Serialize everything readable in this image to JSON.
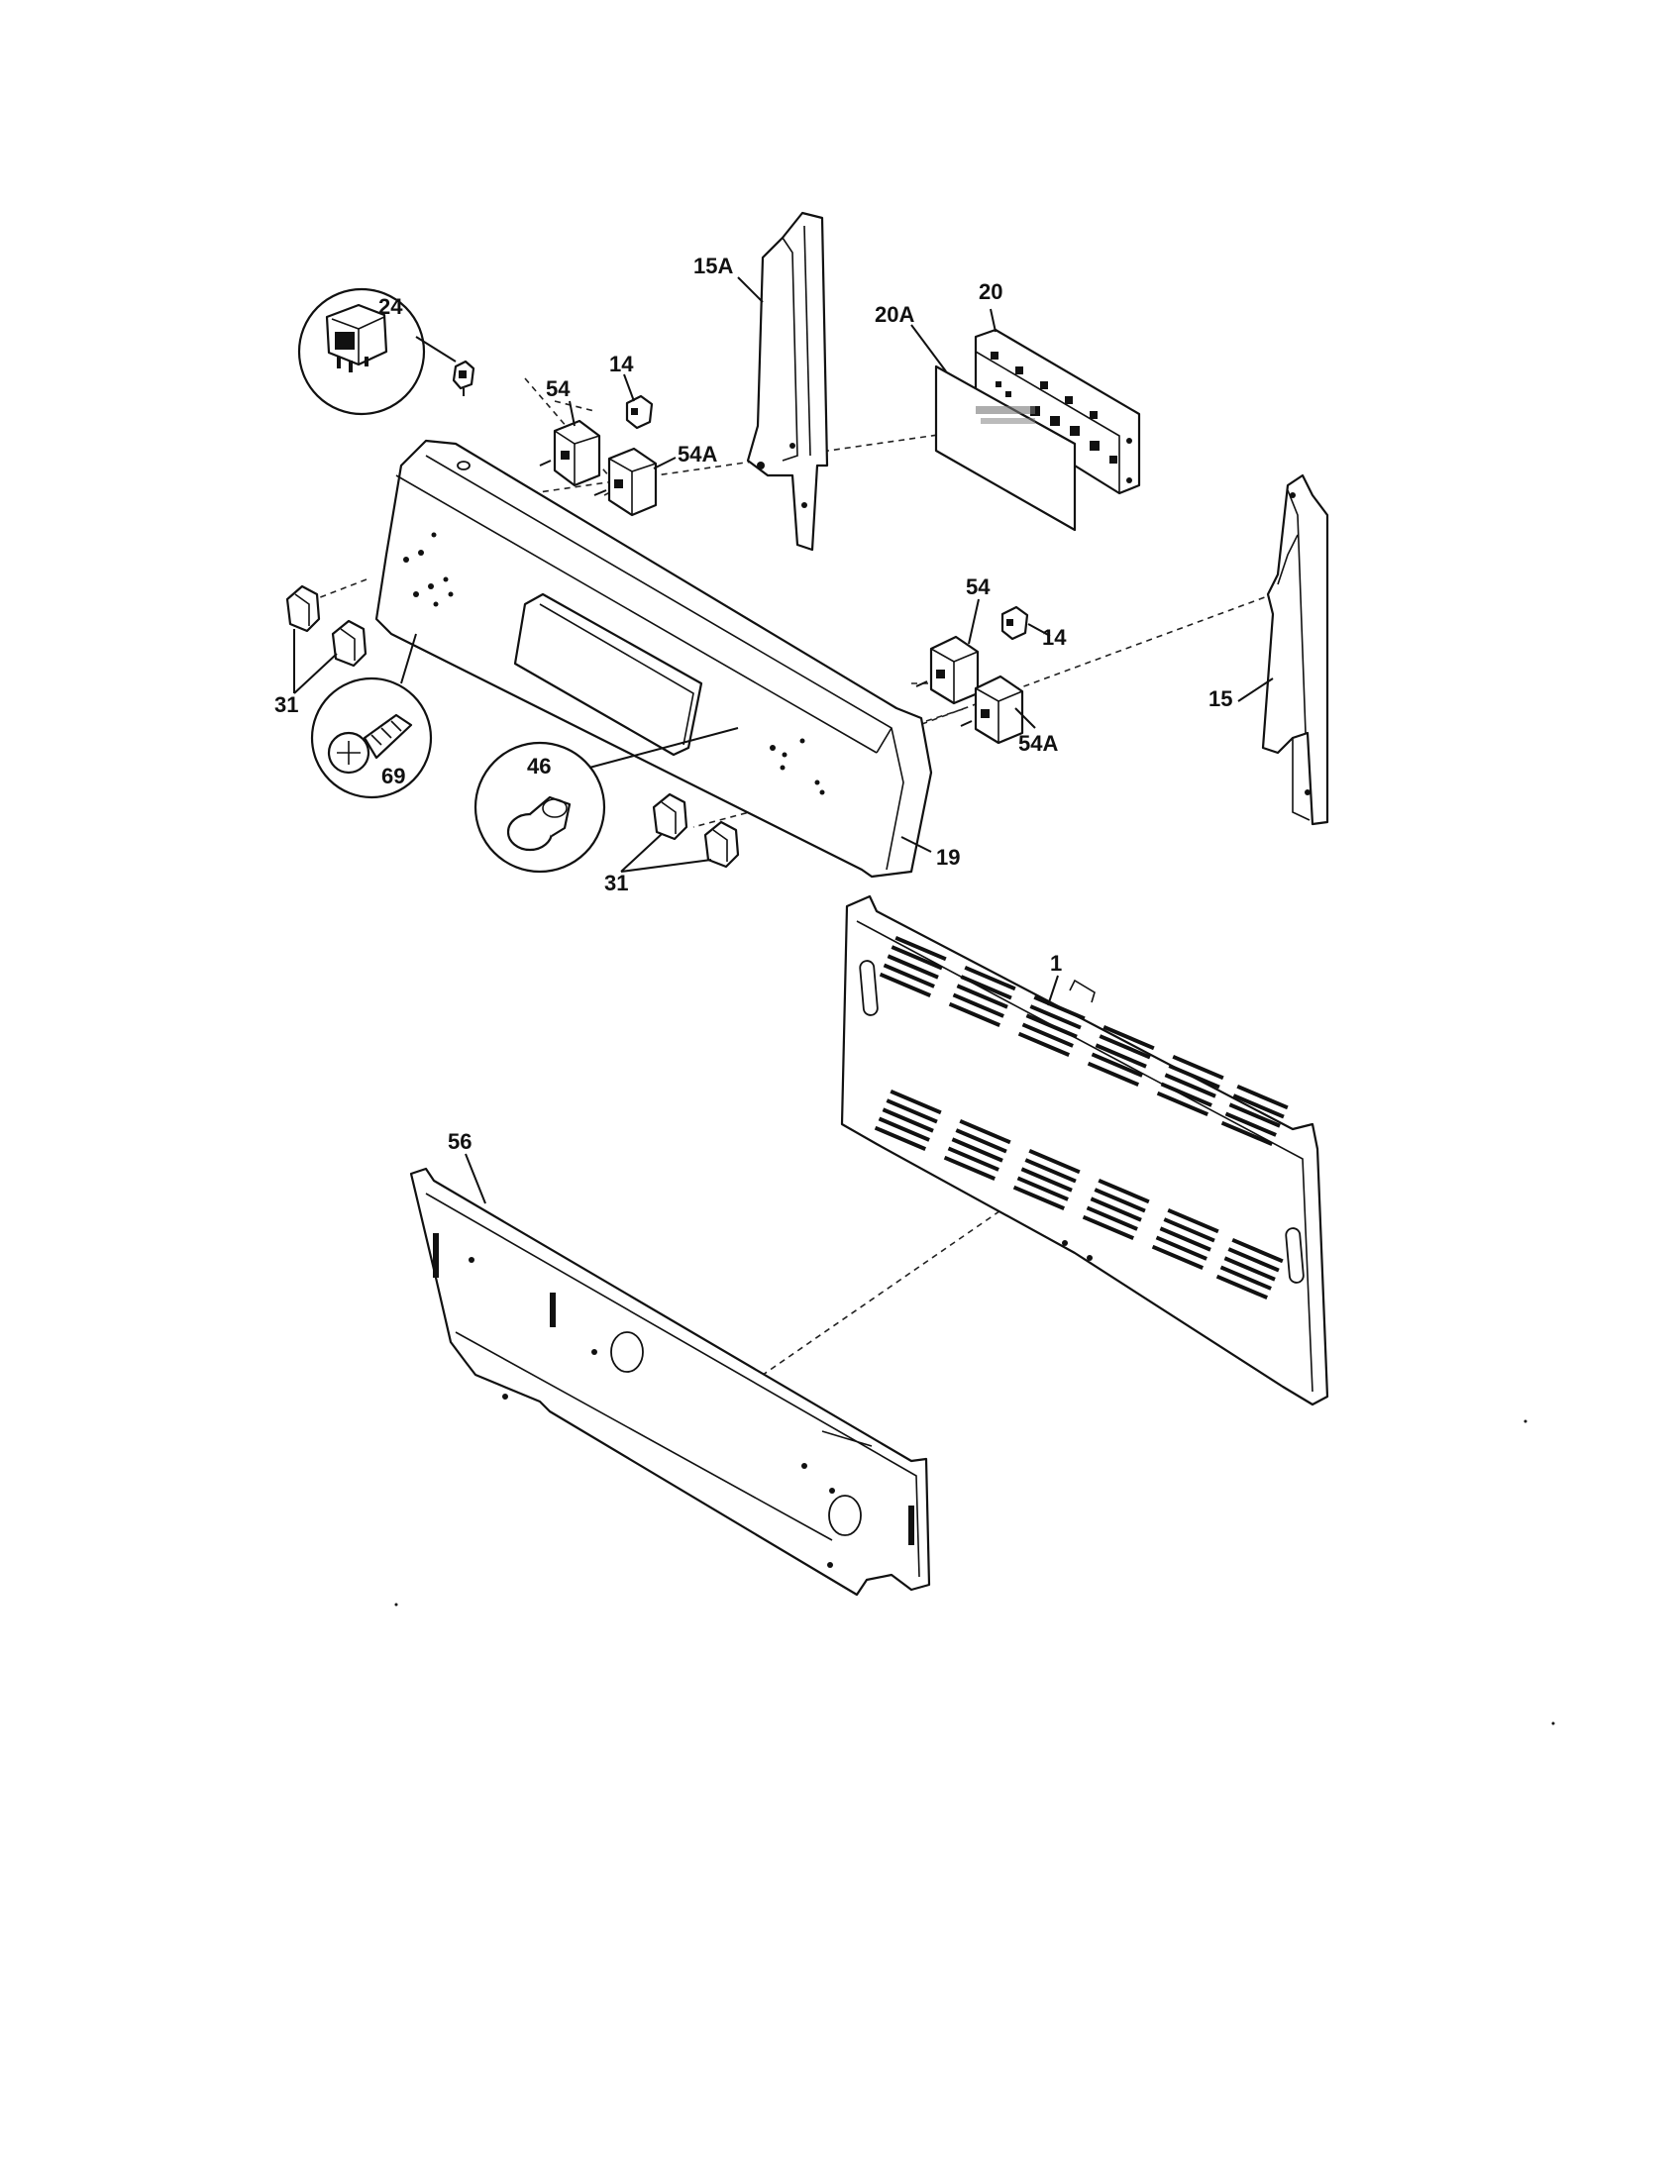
{
  "diagram": {
    "type": "exploded-parts-diagram",
    "callouts": [
      {
        "id": "24",
        "label": "24"
      },
      {
        "id": "15A",
        "label": "15A"
      },
      {
        "id": "20A",
        "label": "20A"
      },
      {
        "id": "20",
        "label": "20"
      },
      {
        "id": "14-top",
        "label": "14"
      },
      {
        "id": "54-top",
        "label": "54"
      },
      {
        "id": "54A-top",
        "label": "54A"
      },
      {
        "id": "54-right",
        "label": "54"
      },
      {
        "id": "14-right",
        "label": "14"
      },
      {
        "id": "54A-right",
        "label": "54A"
      },
      {
        "id": "15",
        "label": "15"
      },
      {
        "id": "31-left",
        "label": "31"
      },
      {
        "id": "69",
        "label": "69"
      },
      {
        "id": "46",
        "label": "46"
      },
      {
        "id": "31-right",
        "label": "31"
      },
      {
        "id": "19",
        "label": "19"
      },
      {
        "id": "1",
        "label": "1"
      },
      {
        "id": "56",
        "label": "56"
      }
    ]
  }
}
